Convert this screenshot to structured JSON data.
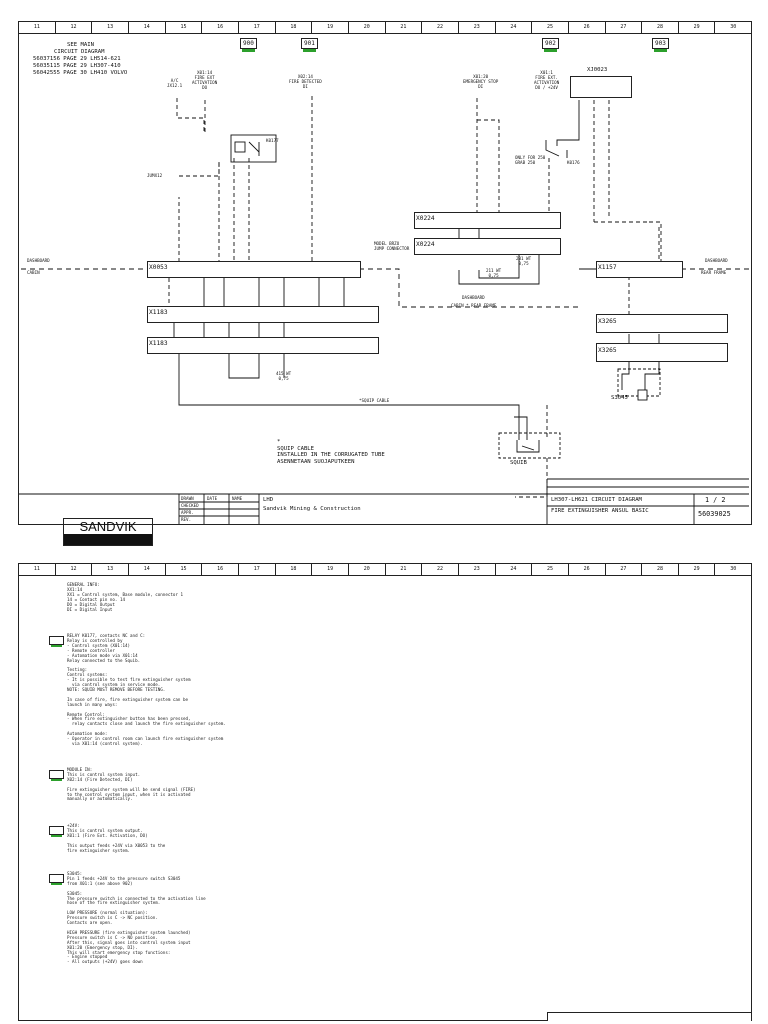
{
  "column_numbers": [
    "11",
    "12",
    "13",
    "14",
    "15",
    "16",
    "17",
    "18",
    "19",
    "20",
    "21",
    "22",
    "23",
    "24",
    "25",
    "26",
    "27",
    "28",
    "29",
    "30"
  ],
  "refs": {
    "r900": "900",
    "r901": "901",
    "r902": "902",
    "r903": "903"
  },
  "see_main": [
    "SEE MAIN",
    "CIRCUIT DIAGRAM",
    "56037156 PAGE 29 LH514-621",
    "56035115 PAGE 29 LH307-410",
    "56042555 PAGE 30 LH410 VOLVO"
  ],
  "signals": {
    "ac": "A/C\nJX12.1",
    "fire_activation": "X01:14\nFIRE EXT\nACTIVATION\nDO",
    "fire_detected": "X02:14\nFIRE DETECTED\nDI",
    "emergency_stop": "X01:20\nEMERGENCY STOP\nDI",
    "fire_ext_24v": "X01:1\nFIRE EXT.\nACTIVATION\nDO / +24V"
  },
  "connectors": {
    "xj0023": "XJ0023",
    "k0177": "K0177",
    "jumper": "JUMX12",
    "x0224a": "X0224",
    "x0224b": "X0224",
    "x0053": "X0053",
    "x1157": "X1157",
    "x1183a": "X1183",
    "x1183b": "X1183",
    "x3265a": "X3265",
    "x3265b": "X3265",
    "s3045": "S3045",
    "squib": "SQUIB",
    "k0176": "K0176"
  },
  "labels": {
    "dashboard_left": "DASHBOARD",
    "cabin_left": "CABIN",
    "dashboard_right": "DASHBOARD",
    "rear_frame_right": "REAR FRAME",
    "dashboard_mid": "DASHBOARD",
    "cabin_rear_mid": "CABIN * REAR FRAME",
    "only_for": "ONLY FOR 250\nGRAB 250",
    "model_brzu": "MODEL BRZU\nJUMP CONNECTOR",
    "wire_201": "201 WT\n0,75",
    "wire_211": "211 WT\n0,75",
    "wire_415": "415 WT\n0,75",
    "squip_cable_ref": "*SQUIP CABLE",
    "squip_note": "*\nSQUIP CABLE\nINSTALLED IN THE CORRUGATED TUBE\nASENNETAAN SUOJAPUTKEEN"
  },
  "title_block": {
    "logo": "SANDVIK",
    "product": "LHD",
    "company": "Sandvik Mining & Construction",
    "diagram_title": "LH307-LH621 CIRCUIT DIAGRAM",
    "subtitle": "FIRE EXTINGUISHER ANSUL BASIC",
    "page": "1 / 2",
    "doc_number": "56039025",
    "rev_labels": [
      "DRAWN",
      "CHECKED",
      "APPR.",
      "REV."
    ],
    "rev_cols": [
      "DATE",
      "NAME"
    ]
  },
  "notes_page": {
    "general": "GENERAL INFO:\nXX1:14\nXX1 = Control system, Base module, connector 1\n14 = Contact pin no. 14\nDO = Digital Output\nDI = Digital Input",
    "n900": "RELAY K0177, contacts NC and C:\nRelay is controlled by\n- Control system (X01:14)\n- Remote controller\n- Automation mode via X01:14\nRelay connected to the Squib.\n\nTesting:\nControl systems:\n- It is possible to test fire extinguisher system\n  via control system in service mode.\nNOTE: SQUIB MUST REMOVE BEFORE TESTING.\n\nIn case of fire, fire extinguisher system can be\nlaunch in many ways:\n\nRemote Control:\n- When fire extinguisher button has been pressed,\n  relay contacts close and launch the fire extinguisher system.\n\nAutomation mode:\n- Operator in control room can launch fire extinguisher system\n  via X01:14 (control system).",
    "n901": "MODULE IN:\nThis is control system input.\nX02:14 (Fire Detected, DI)\n\nFire extinguisher system will be send signal (FIRE)\nto the control system input, when it is activated\nmanually or automatically.",
    "n902": "+24V:\nThis is control system output.\nX01:1 (Fire Ext. Activation, DO)\n\nThis output feeds +24V via X0053 to the\nfire extinguisher system.",
    "n903": "S3045:\nPin 1 feeds +24V to the pressure switch S3045\nfrom X01:1 (see above 902)\n\nS3045:\nThe pressure switch is connected to the activation line\nhose of the fire extinguisher system.\n\nLOW PRESSURE (normal situation):\nPressure switch is C -> NC position.\nContacts are open.\n\nHIGH PRESSURE (fire extinguisher system launched)\nPressure switch is C -> NO position.\nAfter this, signal goes into control system input\nX01:20 (Emergency stop, DI).\nThis will start emergency stop functions:\n- Engine stopped\n- All outputs (+24V) goes down"
  },
  "colors": {
    "line": "#111111",
    "badge_green": "#2ca02c"
  }
}
